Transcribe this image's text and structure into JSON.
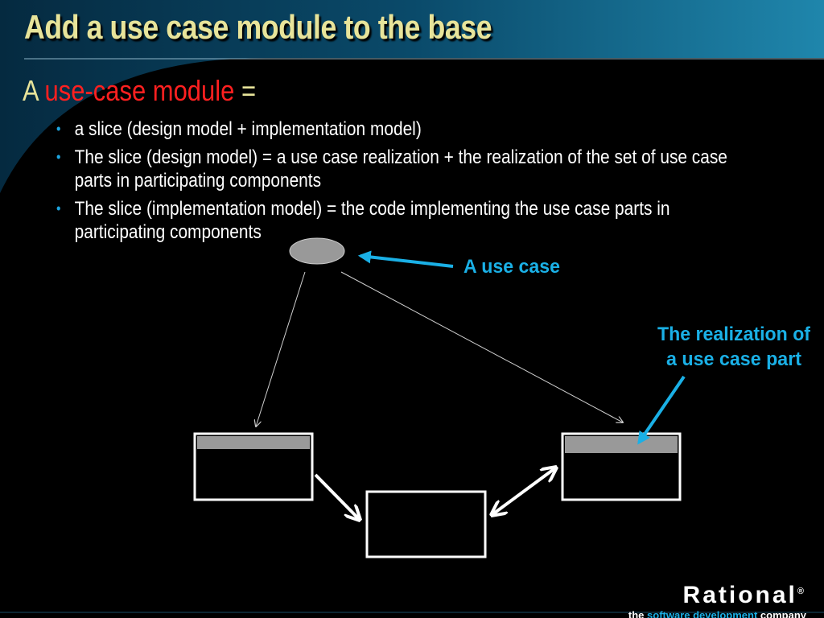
{
  "slide": {
    "title": "Add a use case module to the base",
    "lead_prefix": "A",
    "lead_keyword": "use-case module",
    "lead_suffix": "=",
    "bullets": [
      "a slice (design model + implementation model)",
      "The slice (design model) = a use case realization + the realization of the set of use case parts in participating components",
      "The slice (implementation model) = the code implementing the use case parts in participating components"
    ]
  },
  "diagram": {
    "callout_use_case": "A use case",
    "callout_realization_line1": "The realization of",
    "callout_realization_line2": "a use case part"
  },
  "footer": {
    "logo_wordmark": "Rational",
    "logo_registered": "®",
    "tagline_pre": "the",
    "tagline_highlight": "software development",
    "tagline_post": "company"
  },
  "colors": {
    "title": "#e8e49a",
    "keyword": "#ff2020",
    "callout": "#1ab0e6",
    "bullet_marker": "#1da5e0",
    "ellipse_fill": "#999999",
    "box_header_fill": "#999999"
  }
}
